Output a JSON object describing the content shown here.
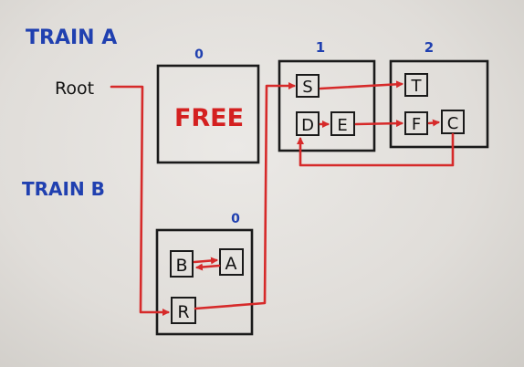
{
  "labels": {
    "train_a": "TRAIN A",
    "train_b": "TRAIN B",
    "root": "Root",
    "free": "FREE"
  },
  "car_numbers": {
    "a0": "0",
    "a1": "1",
    "a2": "2",
    "b0": "0"
  },
  "objects": {
    "s": "S",
    "d": "D",
    "e": "E",
    "t": "T",
    "f": "F",
    "c": "C",
    "b": "B",
    "a": "A",
    "r": "R"
  },
  "colors": {
    "heading_ink": "#2040b0",
    "pointer_ink": "#d62a2a",
    "free_ink": "#d42020",
    "box_ink": "#1a1a1a"
  }
}
